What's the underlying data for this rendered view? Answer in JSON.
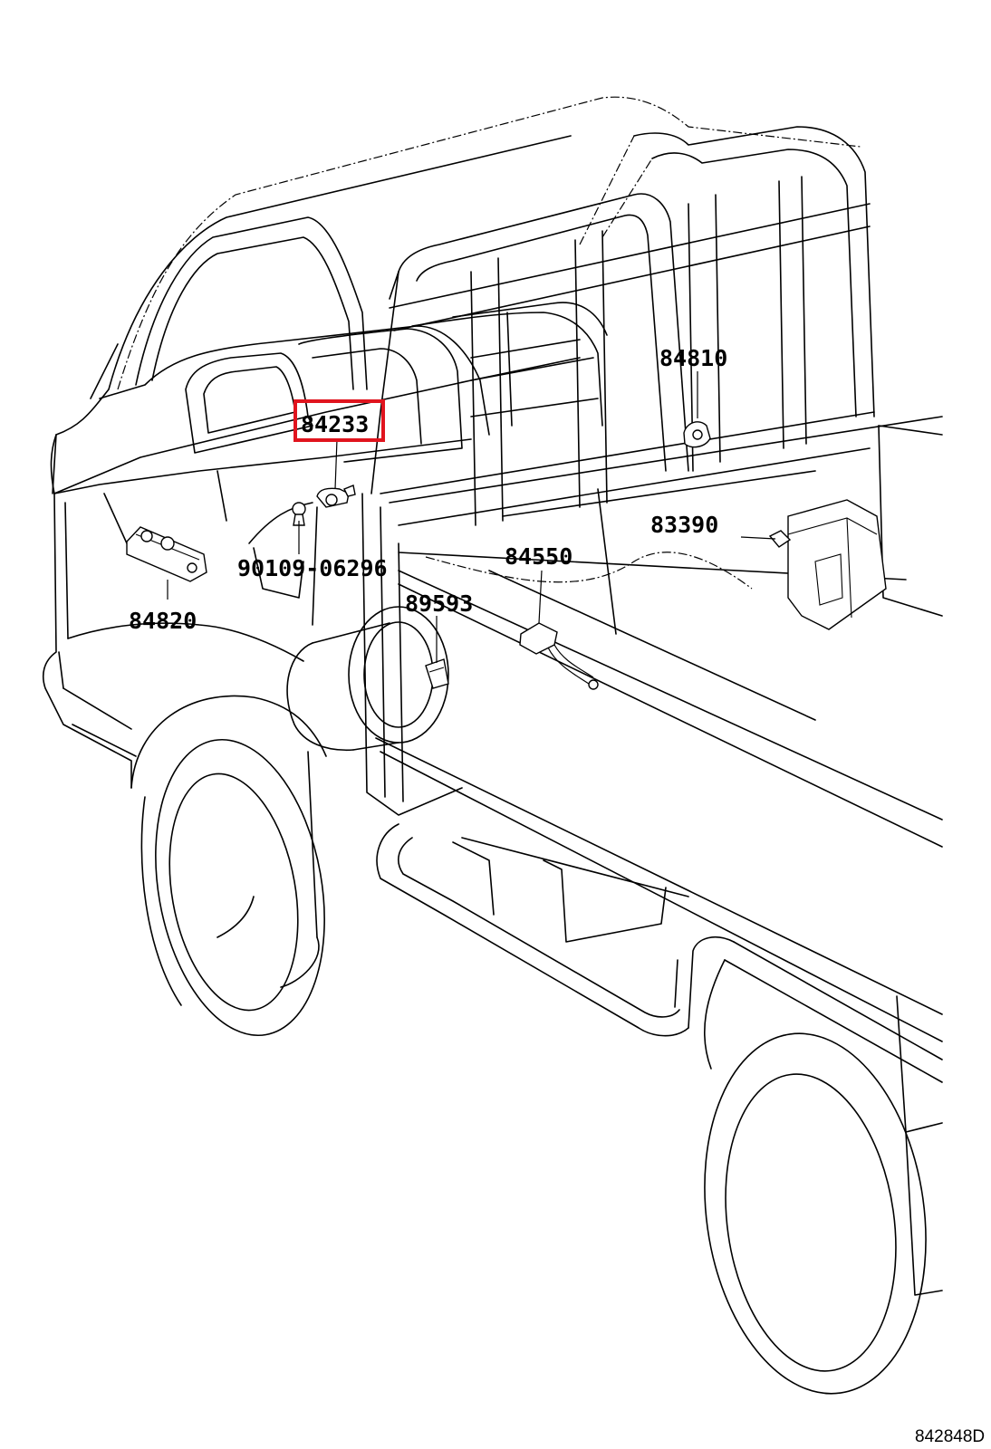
{
  "diagram": {
    "highlight_color": "#e0141e",
    "line_color": "#000000",
    "parts": {
      "p84233": "84233",
      "p84810": "84810",
      "p83390": "83390",
      "p84550": "84550",
      "p90109": "90109-06296",
      "p89593": "89593",
      "p84820": "84820"
    },
    "reference_code": "842848D"
  }
}
